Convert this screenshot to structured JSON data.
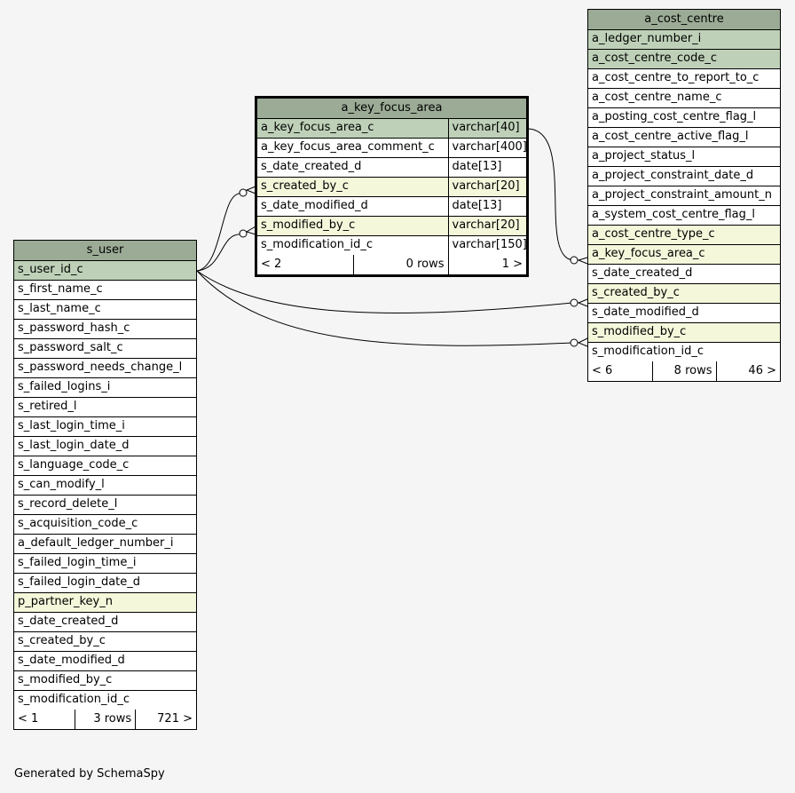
{
  "tables": {
    "s_user": {
      "name": "s_user",
      "columns": [
        {
          "name": "s_user_id_c",
          "kind": "pk"
        },
        {
          "name": "s_first_name_c",
          "kind": "normal"
        },
        {
          "name": "s_last_name_c",
          "kind": "normal"
        },
        {
          "name": "s_password_hash_c",
          "kind": "normal"
        },
        {
          "name": "s_password_salt_c",
          "kind": "normal"
        },
        {
          "name": "s_password_needs_change_l",
          "kind": "normal"
        },
        {
          "name": "s_failed_logins_i",
          "kind": "normal"
        },
        {
          "name": "s_retired_l",
          "kind": "normal"
        },
        {
          "name": "s_last_login_time_i",
          "kind": "normal"
        },
        {
          "name": "s_last_login_date_d",
          "kind": "normal"
        },
        {
          "name": "s_language_code_c",
          "kind": "normal"
        },
        {
          "name": "s_can_modify_l",
          "kind": "normal"
        },
        {
          "name": "s_record_delete_l",
          "kind": "normal"
        },
        {
          "name": "s_acquisition_code_c",
          "kind": "normal"
        },
        {
          "name": "a_default_ledger_number_i",
          "kind": "normal"
        },
        {
          "name": "s_failed_login_time_i",
          "kind": "normal"
        },
        {
          "name": "s_failed_login_date_d",
          "kind": "normal"
        },
        {
          "name": "p_partner_key_n",
          "kind": "fk"
        },
        {
          "name": "s_date_created_d",
          "kind": "normal"
        },
        {
          "name": "s_created_by_c",
          "kind": "normal"
        },
        {
          "name": "s_date_modified_d",
          "kind": "normal"
        },
        {
          "name": "s_modified_by_c",
          "kind": "normal"
        },
        {
          "name": "s_modification_id_c",
          "kind": "normal"
        }
      ],
      "footer": {
        "parents": "< 1",
        "rows": "3 rows",
        "children": "721 >"
      }
    },
    "a_key_focus_area": {
      "name": "a_key_focus_area",
      "columns": [
        {
          "name": "a_key_focus_area_c",
          "type": "varchar[40]",
          "kind": "pk"
        },
        {
          "name": "a_key_focus_area_comment_c",
          "type": "varchar[400]",
          "kind": "normal"
        },
        {
          "name": "s_date_created_d",
          "type": "date[13]",
          "kind": "normal"
        },
        {
          "name": "s_created_by_c",
          "type": "varchar[20]",
          "kind": "fk"
        },
        {
          "name": "s_date_modified_d",
          "type": "date[13]",
          "kind": "normal"
        },
        {
          "name": "s_modified_by_c",
          "type": "varchar[20]",
          "kind": "fk"
        },
        {
          "name": "s_modification_id_c",
          "type": "varchar[150]",
          "kind": "normal"
        }
      ],
      "footer": {
        "parents": "< 2",
        "rows": "0 rows",
        "children": "1 >"
      }
    },
    "a_cost_centre": {
      "name": "a_cost_centre",
      "columns": [
        {
          "name": "a_ledger_number_i",
          "kind": "pk"
        },
        {
          "name": "a_cost_centre_code_c",
          "kind": "pk"
        },
        {
          "name": "a_cost_centre_to_report_to_c",
          "kind": "normal"
        },
        {
          "name": "a_cost_centre_name_c",
          "kind": "normal"
        },
        {
          "name": "a_posting_cost_centre_flag_l",
          "kind": "normal"
        },
        {
          "name": "a_cost_centre_active_flag_l",
          "kind": "normal"
        },
        {
          "name": "a_project_status_l",
          "kind": "normal"
        },
        {
          "name": "a_project_constraint_date_d",
          "kind": "normal"
        },
        {
          "name": "a_project_constraint_amount_n",
          "kind": "normal"
        },
        {
          "name": "a_system_cost_centre_flag_l",
          "kind": "normal"
        },
        {
          "name": "a_cost_centre_type_c",
          "kind": "fk"
        },
        {
          "name": "a_key_focus_area_c",
          "kind": "fk"
        },
        {
          "name": "s_date_created_d",
          "kind": "normal"
        },
        {
          "name": "s_created_by_c",
          "kind": "fk"
        },
        {
          "name": "s_date_modified_d",
          "kind": "normal"
        },
        {
          "name": "s_modified_by_c",
          "kind": "fk"
        },
        {
          "name": "s_modification_id_c",
          "kind": "normal"
        }
      ],
      "footer": {
        "parents": "< 6",
        "rows": "8 rows",
        "children": "46 >"
      }
    }
  },
  "colors": {
    "title": "#9bab96",
    "primary_key": "#bed1b8",
    "foreign_key": "#f4f7da",
    "background": "#f5f5f5"
  },
  "footer_text": "Generated by SchemaSpy"
}
